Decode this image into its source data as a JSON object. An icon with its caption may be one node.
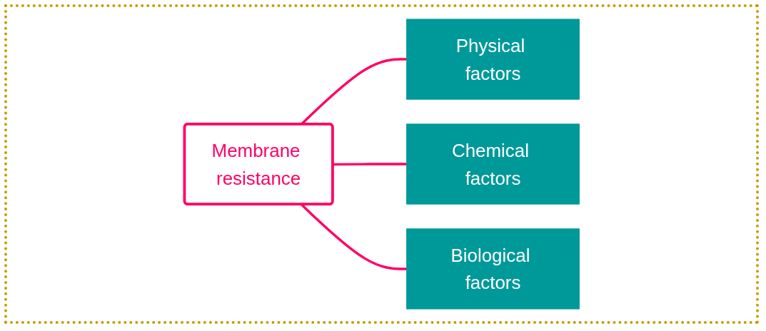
{
  "diagram": {
    "nodes": [
      {
        "text": [
          "Membrane resistance"
        ]
      },
      {
        "text": [
          "Physical factors"
        ]
      },
      {
        "text": [
          "Chemical factors"
        ]
      },
      {
        "text": [
          "Biological factors"
        ]
      }
    ],
    "edges": [
      {
        "from": 0,
        "to": 1,
        "arrow": "none"
      },
      {
        "from": 0,
        "to": 2,
        "arrow": "none"
      },
      {
        "from": 0,
        "to": 3,
        "arrow": "none"
      }
    ]
  }
}
